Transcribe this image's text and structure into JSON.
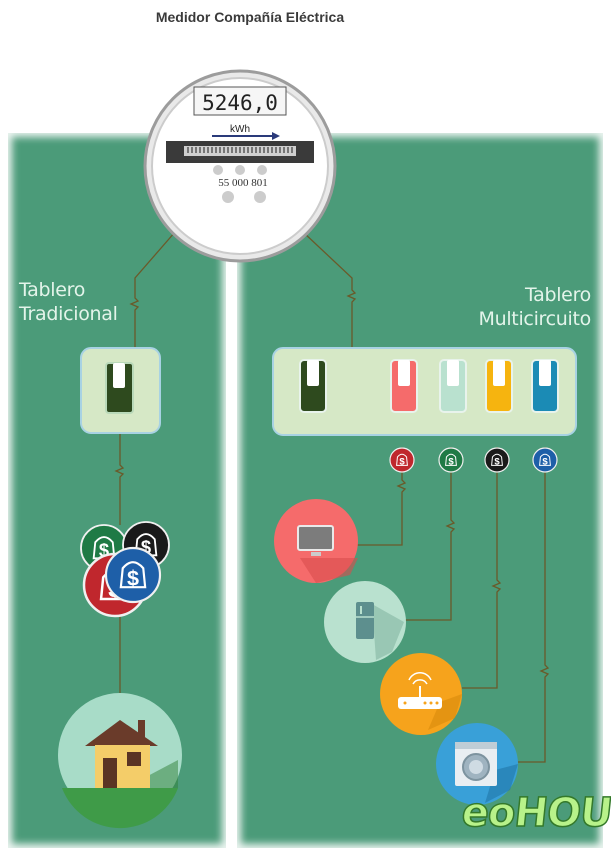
{
  "meter": {
    "title": "Medidor Compañía Eléctrica",
    "reading": "5246,0",
    "unit": "kWh",
    "serial": "55 000 801"
  },
  "traditional": {
    "label": "Tablero Tradicional",
    "breaker_color": "#2e4a1e"
  },
  "multicircuit": {
    "label": "Tablero Multicircuito",
    "breakers": [
      {
        "name": "main",
        "color": "#2e4a1e"
      },
      {
        "name": "tv",
        "color": "#f56b6b"
      },
      {
        "name": "fridge",
        "color": "#b9e1cf"
      },
      {
        "name": "router",
        "color": "#f6b40f"
      },
      {
        "name": "washer",
        "color": "#1b8bb5"
      }
    ],
    "circuits": [
      {
        "appliance": "tv-icon",
        "color": "#f56b6b",
        "coin_color": "#c0272d"
      },
      {
        "appliance": "fridge-icon",
        "color": "#b9e1cf",
        "coin_color": "#1f7a45"
      },
      {
        "appliance": "router-icon",
        "color": "#f6a31c",
        "coin_color": "#1a1a1a"
      },
      {
        "appliance": "washer-icon",
        "color": "#39a0d8",
        "coin_color": "#1e5fa8"
      }
    ]
  },
  "coins": {
    "symbol": "$",
    "colors": [
      "#1f7a45",
      "#1a1a1a",
      "#c0272d",
      "#1e5fa8"
    ]
  },
  "house_icon": "house-icon",
  "brand": "eoHOUSE"
}
